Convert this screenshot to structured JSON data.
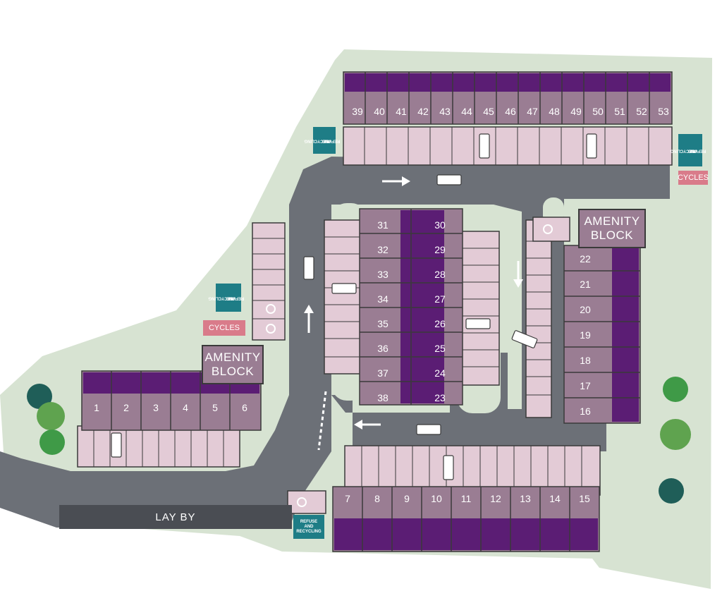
{
  "colors": {
    "grass": "#d7e3d2",
    "road": "#6c7077",
    "road_dark": "#4a4d53",
    "parking": "#e3cbd6",
    "plot_dark": "#5b1d74",
    "plot_light": "#9a7d93",
    "sign": "#1e7d86",
    "cycles": "#d97b8a"
  },
  "plots": {
    "row_top": [
      "39",
      "40",
      "41",
      "42",
      "43",
      "44",
      "45",
      "46",
      "47",
      "48",
      "49",
      "50",
      "51",
      "52",
      "53"
    ],
    "row_bottom": [
      "7",
      "8",
      "9",
      "10",
      "11",
      "12",
      "13",
      "14",
      "15"
    ],
    "row_left": [
      "1",
      "2",
      "3",
      "4",
      "5",
      "6"
    ],
    "col_center_left": [
      "31",
      "32",
      "33",
      "34",
      "35",
      "36",
      "37",
      "38"
    ],
    "col_center_right": [
      "30",
      "29",
      "28",
      "27",
      "26",
      "25",
      "24",
      "23"
    ],
    "col_right": [
      "22",
      "21",
      "20",
      "19",
      "18",
      "17",
      "16"
    ]
  },
  "labels": {
    "amenity_block_line1": "AMENITY",
    "amenity_block_line2": "BLOCK",
    "cycles": "CYCLES",
    "refuse_line1": "REFUSE",
    "refuse_line2": "AND",
    "refuse_line3": "RECYCLING",
    "lay_by": "LAY BY"
  },
  "icons": [
    "arrow-right-icon",
    "arrow-down-icon",
    "arrow-up-icon",
    "arrow-left-icon",
    "car-icon",
    "accessible-parking-icon",
    "tree-icon"
  ]
}
